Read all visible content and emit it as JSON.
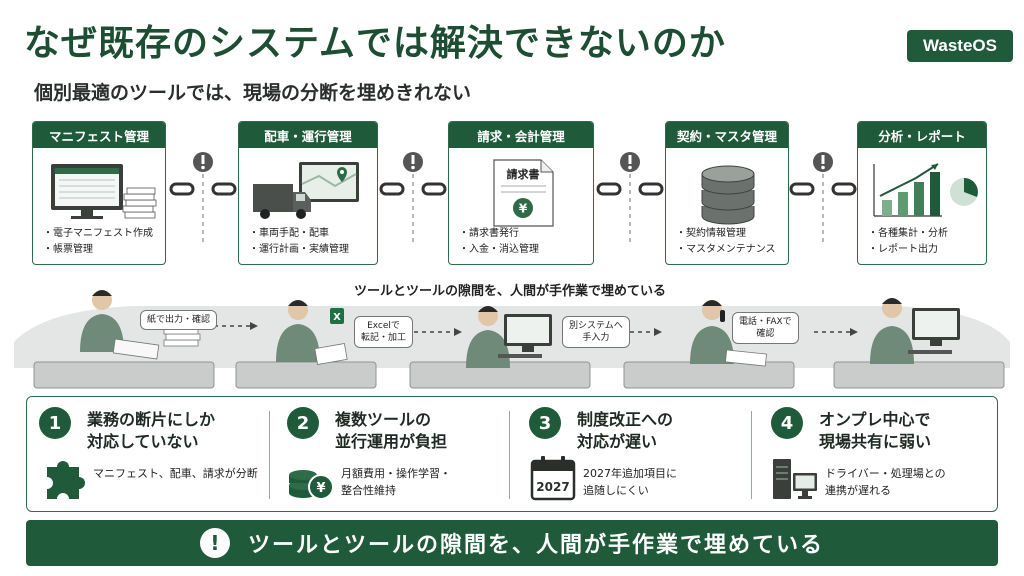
{
  "header": {
    "title": "なぜ既存のシステムでは解決できないのか",
    "subtitle": "個別最適のツールでは、現場の分断を埋めきれない",
    "logo": "WasteOS"
  },
  "tools": [
    {
      "label": "マニフェスト管理",
      "items": [
        "電子マニフェスト作成",
        "帳票管理"
      ]
    },
    {
      "label": "配車・運行管理",
      "items": [
        "車両手配・配車",
        "運行計画・実績管理"
      ]
    },
    {
      "label": "請求・会計管理",
      "doc_label": "請求書",
      "items": [
        "請求書発行",
        "入金・消込管理"
      ]
    },
    {
      "label": "契約・マスタ管理",
      "items": [
        "契約情報管理",
        "マスタメンテナンス"
      ]
    },
    {
      "label": "分析・レポート",
      "items": [
        "各種集計・分析",
        "レポート出力"
      ]
    }
  ],
  "workflow": {
    "banner": "ツールとツールの隙間を、人間が手作業で埋めている",
    "bubbles": [
      "紙で出力・確認",
      "Excelで",
      "転記・加工",
      "別システムへ",
      "手入力",
      "電話・FAXで",
      "確認"
    ]
  },
  "issues": [
    {
      "num": "1",
      "title": [
        "業務の断片にしか",
        "対応していない"
      ],
      "desc": [
        "マニフェスト、配車、請求が分断"
      ],
      "icon": "puzzle-piece-icon"
    },
    {
      "num": "2",
      "title": [
        "複数ツールの",
        "並行運用が負担"
      ],
      "desc": [
        "月額費用・操作学習・",
        "整合性維持"
      ],
      "icon": "coins-yen-icon"
    },
    {
      "num": "3",
      "title": [
        "制度改正への",
        "対応が遅い"
      ],
      "desc": [
        "2027年追加項目に",
        "追随しにくい"
      ],
      "icon": "calendar-icon",
      "icon_text": "2027"
    },
    {
      "num": "4",
      "title": [
        "オンプレ中心で",
        "現場共有に弱い"
      ],
      "desc": [
        "ドライバー・処理場との",
        "連携が遅れる"
      ],
      "icon": "server-computer-icon"
    }
  ],
  "footer": {
    "icon": "!",
    "text": "ツールとツールの隙間を、人間が手作業で埋めている"
  },
  "colors": {
    "brand": "#1f5a3a",
    "accent": "#2f6b49"
  }
}
